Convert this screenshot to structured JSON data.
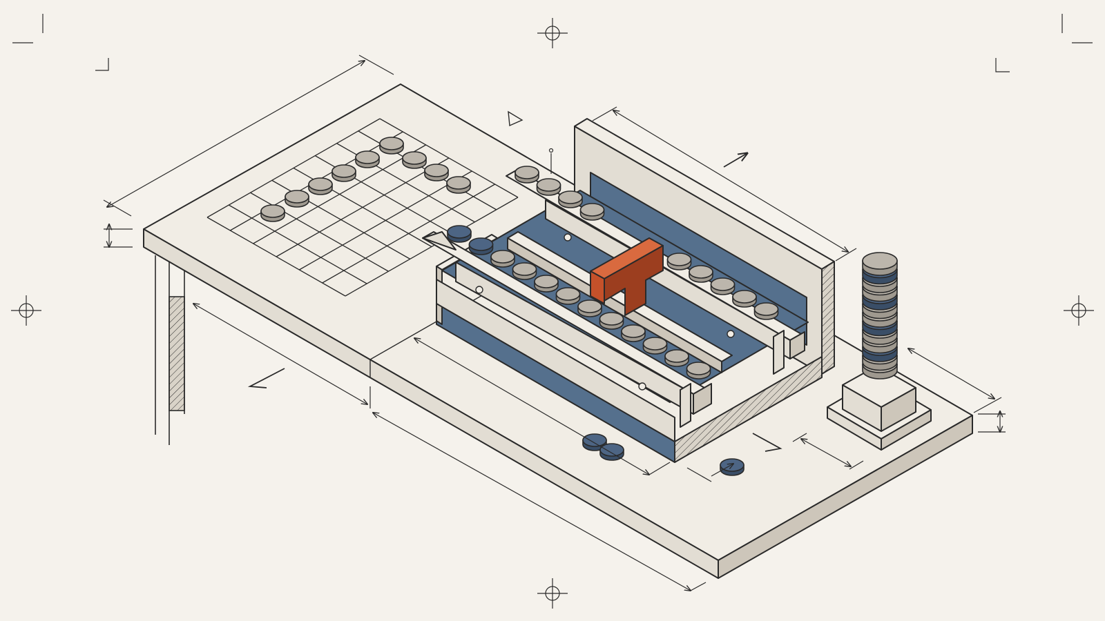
{
  "diagram": {
    "caption": "",
    "board": {
      "grid_rows": 6,
      "grid_cols": 8,
      "pieces_on_grid": 9
    },
    "rail_left_pieces": 12,
    "rail_right_pieces": 12,
    "stack_discs": 13,
    "loose_pieces": 3,
    "colors": {
      "paper": "#f5f2ec",
      "line": "#2a2a2a",
      "top_face": "#f1ede5",
      "front_face": "#e2ddd3",
      "side_face": "#cdc6ba",
      "dark_side": "#b4ac9f",
      "blue": "#55708d",
      "blue_dark": "#43596f",
      "accent": "#c4512a",
      "accent_dark": "#9c3e1f",
      "disc_gray": "#bcb6ac",
      "disc_blue": "#4d6584"
    }
  }
}
